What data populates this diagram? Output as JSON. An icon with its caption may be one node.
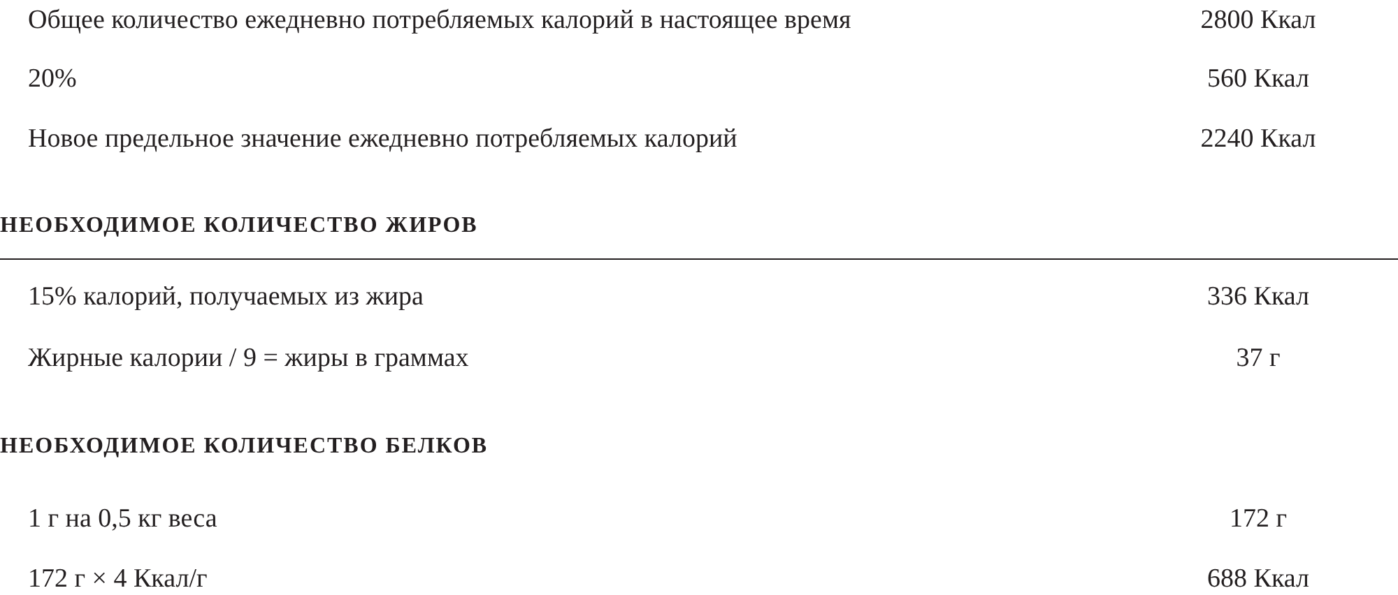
{
  "diagram": {
    "labels": [
      "Общее количество ежедневно потребляемых калорий в настоящее время",
      "2800 Ккал",
      "20%",
      "560 Ккал",
      "Новое предельное значение ежедневно потребляемых калорий",
      "2240 Ккал",
      "НЕОБХОДИМОЕ КОЛИЧЕСТВО ЖИРОВ",
      "15% калорий, получаемых из жира",
      "336 Ккал",
      "Жирные калории / 9 = жиры в граммах",
      "37 г",
      "НЕОБХОДИМОЕ КОЛИЧЕСТВО БЕЛКОВ",
      "1 г на 0,5 кг веса",
      "172 г",
      "172 г × 4 Ккал/г",
      "688 Ккал"
    ]
  }
}
